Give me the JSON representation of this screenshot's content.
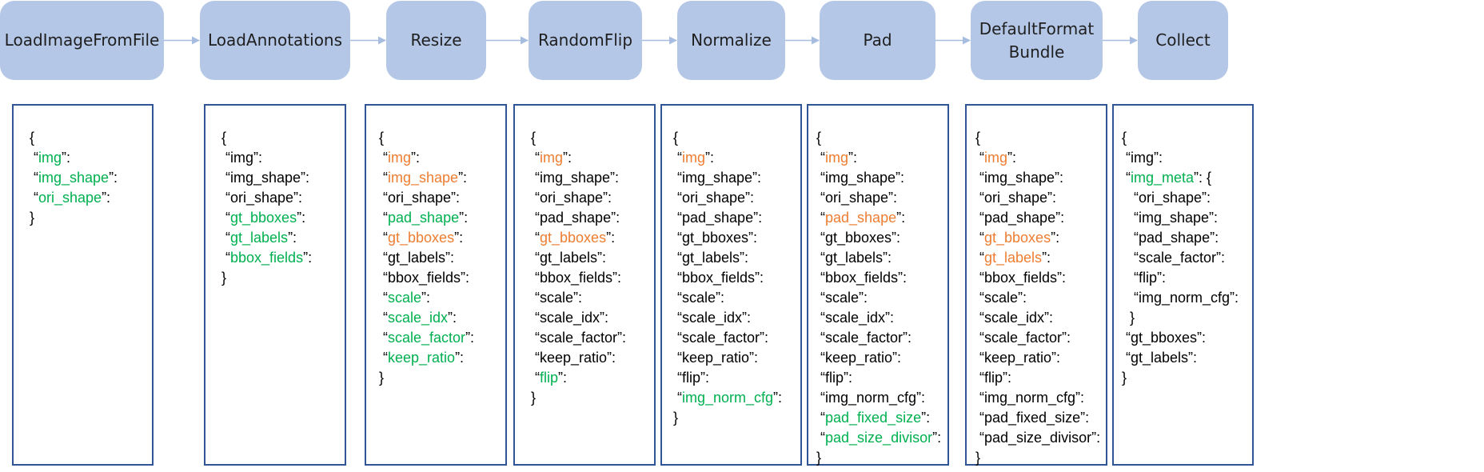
{
  "colors": {
    "stage_fill": "#b4c7e7",
    "panel_border": "#2f5597",
    "arrow": "#a6bddf",
    "added_key": "#00b050",
    "modified_key": "#ed7d31",
    "plain_key": "#000000"
  },
  "stages": [
    {
      "label": "LoadImageFromFile"
    },
    {
      "label": "LoadAnnotations"
    },
    {
      "label": "Resize"
    },
    {
      "label": "RandomFlip"
    },
    {
      "label": "Normalize"
    },
    {
      "label": "Pad"
    },
    {
      "label": "DefaultFormat\nBundle"
    },
    {
      "label": "Collect"
    }
  ],
  "panels": [
    {
      "lines": [
        [
          {
            "t": "{"
          }
        ],
        [
          {
            "t": " “"
          },
          {
            "t": "img",
            "c": "g"
          },
          {
            "t": "”:"
          }
        ],
        [
          {
            "t": " “"
          },
          {
            "t": "img_shape",
            "c": "g"
          },
          {
            "t": "”:"
          }
        ],
        [
          {
            "t": " “"
          },
          {
            "t": "ori_shape",
            "c": "g"
          },
          {
            "t": "”:"
          }
        ],
        [
          {
            "t": "}"
          }
        ]
      ]
    },
    {
      "lines": [
        [
          {
            "t": "{"
          }
        ],
        [
          {
            "t": " “img”:"
          }
        ],
        [
          {
            "t": " “img_shape”:"
          }
        ],
        [
          {
            "t": " “ori_shape”:"
          }
        ],
        [
          {
            "t": " “"
          },
          {
            "t": "gt_bboxes",
            "c": "g"
          },
          {
            "t": "”:"
          }
        ],
        [
          {
            "t": " “"
          },
          {
            "t": "gt_labels",
            "c": "g"
          },
          {
            "t": "”:"
          }
        ],
        [
          {
            "t": " “"
          },
          {
            "t": "bbox_fields",
            "c": "g"
          },
          {
            "t": "”:"
          }
        ],
        [
          {
            "t": "}"
          }
        ]
      ]
    },
    {
      "lines": [
        [
          {
            "t": "{"
          }
        ],
        [
          {
            "t": " “"
          },
          {
            "t": "img",
            "c": "o"
          },
          {
            "t": "”:"
          }
        ],
        [
          {
            "t": " “"
          },
          {
            "t": "img_shape",
            "c": "o"
          },
          {
            "t": "”:"
          }
        ],
        [
          {
            "t": " “ori_shape”:"
          }
        ],
        [
          {
            "t": " “"
          },
          {
            "t": "pad_shape",
            "c": "g"
          },
          {
            "t": "”:"
          }
        ],
        [
          {
            "t": " “"
          },
          {
            "t": "gt_bboxes",
            "c": "o"
          },
          {
            "t": "”:"
          }
        ],
        [
          {
            "t": " “gt_labels”:"
          }
        ],
        [
          {
            "t": " “bbox_fields”:"
          }
        ],
        [
          {
            "t": " “"
          },
          {
            "t": "scale",
            "c": "g"
          },
          {
            "t": "”:"
          }
        ],
        [
          {
            "t": " “"
          },
          {
            "t": "scale_idx",
            "c": "g"
          },
          {
            "t": "”:"
          }
        ],
        [
          {
            "t": " “"
          },
          {
            "t": "scale_factor",
            "c": "g"
          },
          {
            "t": "”:"
          }
        ],
        [
          {
            "t": " “"
          },
          {
            "t": "keep_ratio",
            "c": "g"
          },
          {
            "t": "”:"
          }
        ],
        [
          {
            "t": "}"
          }
        ]
      ]
    },
    {
      "lines": [
        [
          {
            "t": "{"
          }
        ],
        [
          {
            "t": " “"
          },
          {
            "t": "img",
            "c": "o"
          },
          {
            "t": "”:"
          }
        ],
        [
          {
            "t": " “img_shape”:"
          }
        ],
        [
          {
            "t": " “ori_shape”:"
          }
        ],
        [
          {
            "t": " “pad_shape”:"
          }
        ],
        [
          {
            "t": " “"
          },
          {
            "t": "gt_bboxes",
            "c": "o"
          },
          {
            "t": "”:"
          }
        ],
        [
          {
            "t": " “gt_labels”:"
          }
        ],
        [
          {
            "t": " “bbox_fields”:"
          }
        ],
        [
          {
            "t": " “scale”:"
          }
        ],
        [
          {
            "t": " “scale_idx”:"
          }
        ],
        [
          {
            "t": " “scale_factor”:"
          }
        ],
        [
          {
            "t": " “keep_ratio”:"
          }
        ],
        [
          {
            "t": " “"
          },
          {
            "t": "flip",
            "c": "g"
          },
          {
            "t": "”:"
          }
        ],
        [
          {
            "t": "}"
          }
        ]
      ]
    },
    {
      "lines": [
        [
          {
            "t": "{"
          }
        ],
        [
          {
            "t": " “"
          },
          {
            "t": "img",
            "c": "o"
          },
          {
            "t": "”:"
          }
        ],
        [
          {
            "t": " “img_shape”:"
          }
        ],
        [
          {
            "t": " “ori_shape”:"
          }
        ],
        [
          {
            "t": " “pad_shape”:"
          }
        ],
        [
          {
            "t": " “gt_bboxes”:"
          }
        ],
        [
          {
            "t": " “gt_labels”:"
          }
        ],
        [
          {
            "t": " “bbox_fields”:"
          }
        ],
        [
          {
            "t": " “scale”:"
          }
        ],
        [
          {
            "t": " “scale_idx”:"
          }
        ],
        [
          {
            "t": " “scale_factor”:"
          }
        ],
        [
          {
            "t": " “keep_ratio”:"
          }
        ],
        [
          {
            "t": " “flip”:"
          }
        ],
        [
          {
            "t": " “"
          },
          {
            "t": "img_norm_cfg",
            "c": "g"
          },
          {
            "t": "”:"
          }
        ],
        [
          {
            "t": "}"
          }
        ]
      ]
    },
    {
      "lines": [
        [
          {
            "t": "{"
          }
        ],
        [
          {
            "t": " “"
          },
          {
            "t": "img",
            "c": "o"
          },
          {
            "t": "”:"
          }
        ],
        [
          {
            "t": " “img_shape”:"
          }
        ],
        [
          {
            "t": " “ori_shape”:"
          }
        ],
        [
          {
            "t": " “"
          },
          {
            "t": "pad_shape",
            "c": "o"
          },
          {
            "t": "”:"
          }
        ],
        [
          {
            "t": " “gt_bboxes”:"
          }
        ],
        [
          {
            "t": " “gt_labels”:"
          }
        ],
        [
          {
            "t": " “bbox_fields”:"
          }
        ],
        [
          {
            "t": " “scale”:"
          }
        ],
        [
          {
            "t": " “scale_idx”:"
          }
        ],
        [
          {
            "t": " “scale_factor”:"
          }
        ],
        [
          {
            "t": " “keep_ratio”:"
          }
        ],
        [
          {
            "t": " “flip”:"
          }
        ],
        [
          {
            "t": " “img_norm_cfg”:"
          }
        ],
        [
          {
            "t": " “"
          },
          {
            "t": "pad_fixed_size",
            "c": "g"
          },
          {
            "t": "”:"
          }
        ],
        [
          {
            "t": " “"
          },
          {
            "t": "pad_size_divisor",
            "c": "g"
          },
          {
            "t": "”:"
          }
        ],
        [
          {
            "t": "}"
          }
        ]
      ]
    },
    {
      "lines": [
        [
          {
            "t": "{"
          }
        ],
        [
          {
            "t": " “"
          },
          {
            "t": "img",
            "c": "o"
          },
          {
            "t": "”:"
          }
        ],
        [
          {
            "t": " “img_shape”:"
          }
        ],
        [
          {
            "t": " “ori_shape”:"
          }
        ],
        [
          {
            "t": " “pad_shape”:"
          }
        ],
        [
          {
            "t": " “"
          },
          {
            "t": "gt_bboxes",
            "c": "o"
          },
          {
            "t": "”:"
          }
        ],
        [
          {
            "t": " “"
          },
          {
            "t": "gt_labels",
            "c": "o"
          },
          {
            "t": "”:"
          }
        ],
        [
          {
            "t": " “bbox_fields”:"
          }
        ],
        [
          {
            "t": " “scale”:"
          }
        ],
        [
          {
            "t": " “scale_idx”:"
          }
        ],
        [
          {
            "t": " “scale_factor”:"
          }
        ],
        [
          {
            "t": " “keep_ratio”:"
          }
        ],
        [
          {
            "t": " “flip”:"
          }
        ],
        [
          {
            "t": " “img_norm_cfg”:"
          }
        ],
        [
          {
            "t": " “pad_fixed_size”:"
          }
        ],
        [
          {
            "t": " “pad_size_divisor”:"
          }
        ],
        [
          {
            "t": "}"
          }
        ]
      ]
    },
    {
      "lines": [
        [
          {
            "t": "{"
          }
        ],
        [
          {
            "t": " “img”:"
          }
        ],
        [
          {
            "t": " “"
          },
          {
            "t": "img_meta",
            "c": "g"
          },
          {
            "t": "”: {"
          }
        ],
        [
          {
            "t": "   “ori_shape”:"
          }
        ],
        [
          {
            "t": "   “img_shape”:"
          }
        ],
        [
          {
            "t": "   “pad_shape”:"
          }
        ],
        [
          {
            "t": "   “scale_factor”:"
          }
        ],
        [
          {
            "t": "   “flip”:"
          }
        ],
        [
          {
            "t": "   “img_norm_cfg”:"
          }
        ],
        [
          {
            "t": "  }"
          }
        ],
        [
          {
            "t": " “gt_bboxes”:"
          }
        ],
        [
          {
            "t": " “gt_labels”:"
          }
        ],
        [
          {
            "t": "}"
          }
        ]
      ]
    }
  ]
}
